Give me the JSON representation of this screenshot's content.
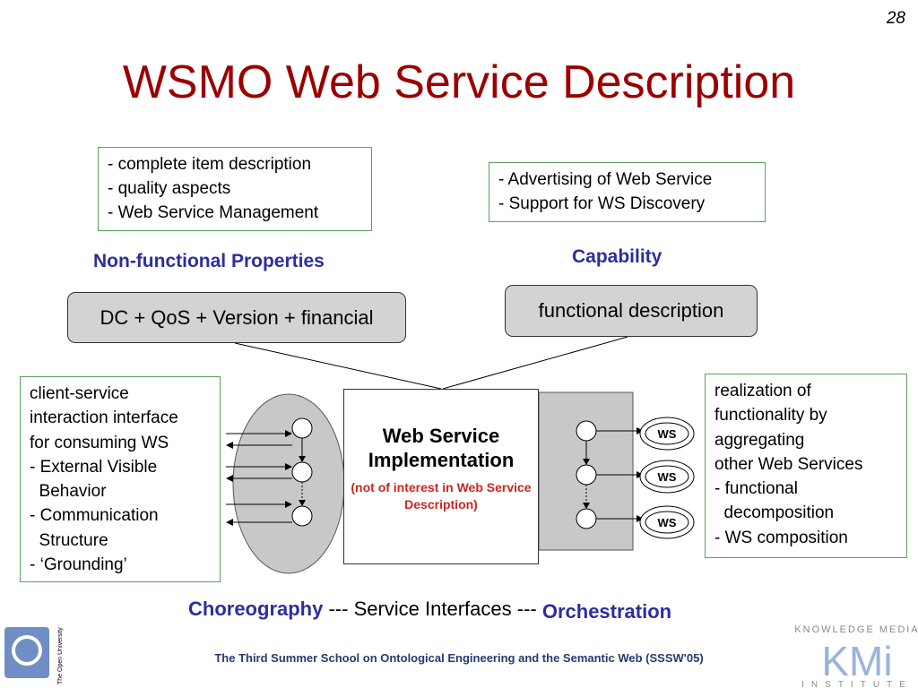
{
  "slide_number": "28",
  "title": "WSMO Web Service Description",
  "nonfunctional_note": "- complete item description\n- quality aspects\n- Web Service Management",
  "capability_note": "- Advertising of Web Service\n- Support for WS Discovery",
  "nonfunctional_label": "Non-functional Properties",
  "capability_label": "Capability",
  "nonfunctional_box": "DC + QoS + Version + financial",
  "capability_box": "functional description",
  "choreography_note": "client-service\ninteraction interface\nfor consuming WS\n- External Visible\n  Behavior\n- Communication\n  Structure\n- ‘Grounding’",
  "orchestration_note": "realization of\nfunctionality by\naggregating\nother Web Services\n- functional\n  decomposition\n- WS composition",
  "implementation": {
    "title": "Web Service Implementation",
    "subtitle": "(not of interest in Web Service Description)"
  },
  "ws_labels": [
    "WS",
    "WS",
    "WS"
  ],
  "bottom": {
    "choreography": "Choreography",
    "middle": " --- Service Interfaces --- ",
    "orchestration": "Orchestration"
  },
  "footer": "The Third Summer School on Ontological Engineering and the Semantic Web (SSSW'05)",
  "logos": {
    "left_text": "The Open University",
    "right_top": "KNOWLEDGE MEDIA",
    "right_mark": "KMi",
    "right_bottom": "INSTITUTE"
  },
  "colors": {
    "title": "#9b0000",
    "label_blue": "#2d2e9c",
    "note_border": "#5aa35a",
    "box_gray": "#d3d3d3",
    "impl_sub": "#c8281e",
    "logo_blue": "#6f8fc4"
  }
}
